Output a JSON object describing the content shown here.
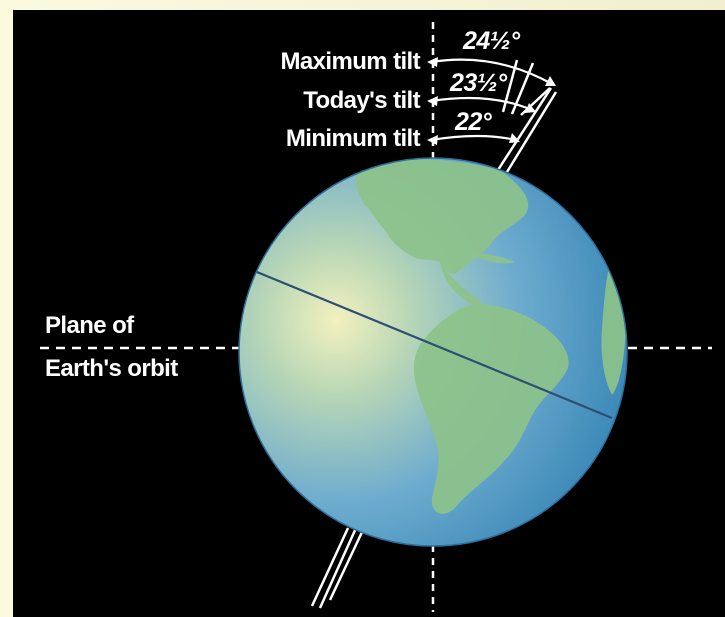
{
  "diagram": {
    "tilt_labels": {
      "maximum": "Maximum tilt",
      "today": "Today's tilt",
      "minimum": "Minimum tilt"
    },
    "tilt_angles": {
      "maximum": "24½°",
      "today": "23½°",
      "minimum": "22°"
    },
    "orbit_label": {
      "line1": "Plane of",
      "line2": "Earth's orbit"
    }
  },
  "colors": {
    "background": "#000000",
    "frame": "#f6f4d9",
    "ocean": "#4f9ac7",
    "land": "#8fc38c",
    "lines": "#ffffff",
    "equator": "#2d4f72"
  }
}
